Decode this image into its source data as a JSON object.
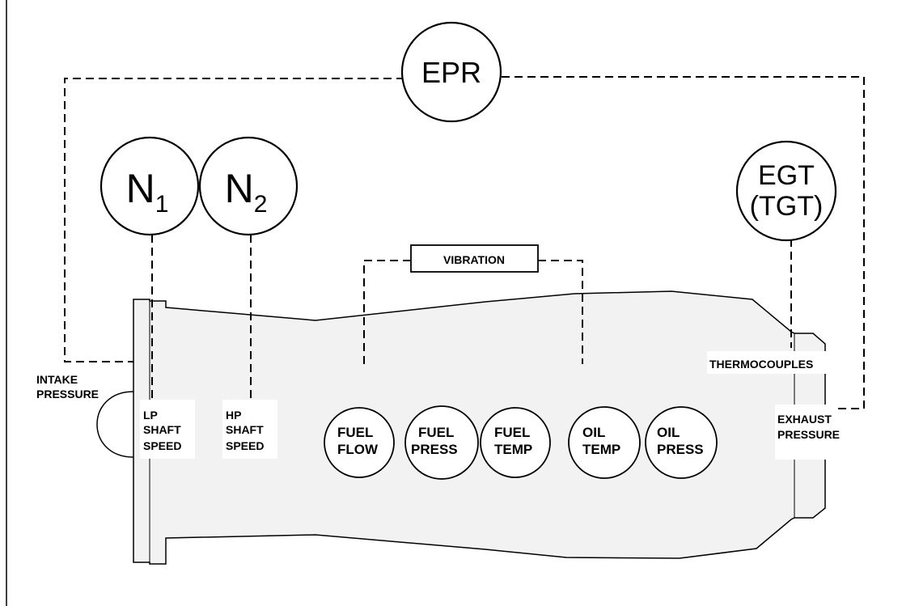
{
  "gauges": {
    "epr": "EPR",
    "n1": {
      "letter": "N",
      "sub": "1"
    },
    "n2": {
      "letter": "N",
      "sub": "2"
    },
    "egt": {
      "line1": "EGT",
      "line2": "(TGT)"
    }
  },
  "vibration": "VIBRATION",
  "labels": {
    "intake": [
      "INTAKE",
      "PRESSURE"
    ],
    "lp": [
      "LP",
      "SHAFT",
      "SPEED"
    ],
    "hp": [
      "HP",
      "SHAFT",
      "SPEED"
    ],
    "thermocouples": "THERMOCOUPLES",
    "exhaust": [
      "EXHAUST",
      "PRESSURE"
    ]
  },
  "small_gauges": {
    "fuel_flow": [
      "FUEL",
      "FLOW"
    ],
    "fuel_press": [
      "FUEL",
      "PRESS"
    ],
    "fuel_temp": [
      "FUEL",
      "TEMP"
    ],
    "oil_temp": [
      "OIL",
      "TEMP"
    ],
    "oil_press": [
      "OIL",
      "PRESS"
    ]
  },
  "colors": {
    "engine_fill": "#f2f2f2",
    "line": "#000000",
    "background": "#ffffff"
  }
}
